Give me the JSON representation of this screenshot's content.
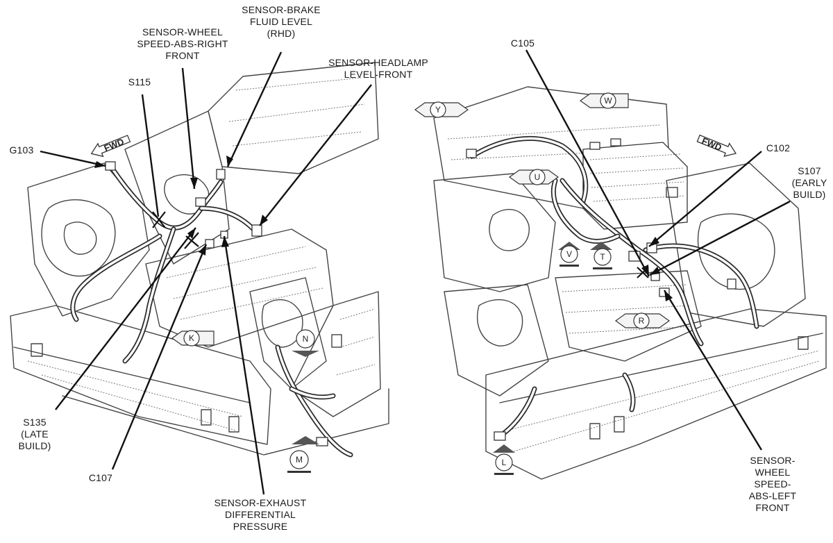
{
  "labels": {
    "brake_fluid": [
      "SENSOR-BRAKE",
      "FLUID LEVEL",
      "(RHD)"
    ],
    "wheel_right": [
      "SENSOR-WHEEL",
      "SPEED-ABS-RIGHT",
      "FRONT"
    ],
    "headlamp": [
      "SENSOR-HEADLAMP",
      "LEVEL-FRONT"
    ],
    "s115": "S115",
    "g103": "G103",
    "s135": [
      "S135",
      "(LATE",
      "BUILD)"
    ],
    "c107": "C107",
    "exhaust": [
      "SENSOR-EXHAUST",
      "DIFFERENTIAL",
      "PRESSURE"
    ],
    "c105": "C105",
    "c102": "C102",
    "s107": [
      "S107",
      "(EARLY",
      "BUILD)"
    ],
    "wheel_left": [
      "SENSOR-",
      "WHEEL",
      "SPEED-",
      "ABS-LEFT",
      "FRONT"
    ]
  },
  "view_badges": {
    "left": [
      "K",
      "N",
      "M"
    ],
    "right": [
      "Y",
      "W",
      "U",
      "V",
      "T",
      "R",
      "L"
    ]
  },
  "fwd_label": "FWD",
  "colors": {
    "ink": "#1a1a1a",
    "sketch": "#444444"
  }
}
